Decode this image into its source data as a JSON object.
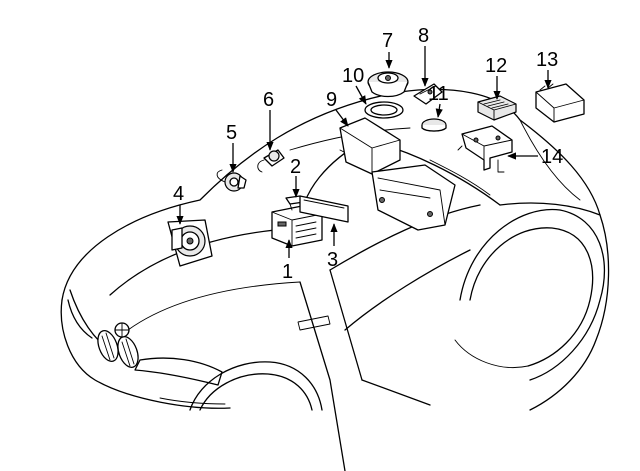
{
  "diagram": {
    "callouts": [
      {
        "id": "c1",
        "text": "1"
      },
      {
        "id": "c2",
        "text": "2"
      },
      {
        "id": "c3",
        "text": "3"
      },
      {
        "id": "c4",
        "text": "4"
      },
      {
        "id": "c5",
        "text": "5"
      },
      {
        "id": "c6",
        "text": "6"
      },
      {
        "id": "c7",
        "text": "7"
      },
      {
        "id": "c8",
        "text": "8"
      },
      {
        "id": "c9",
        "text": "9"
      },
      {
        "id": "c10",
        "text": "10"
      },
      {
        "id": "c11",
        "text": "11"
      },
      {
        "id": "c12",
        "text": "12"
      },
      {
        "id": "c13",
        "text": "13"
      },
      {
        "id": "c14",
        "text": "14"
      }
    ]
  }
}
